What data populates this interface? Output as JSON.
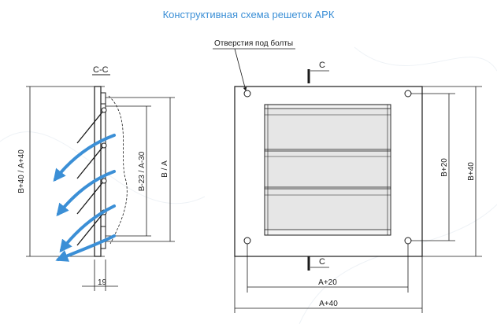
{
  "title": "Конструктивная схема решеток АРК",
  "labels": {
    "section": "С-С",
    "bolt_holes": "Отверстия под болты",
    "cut_mark_top": "С",
    "cut_mark_bottom": "С",
    "dim_b40_a40_left": "В+40 / А+40",
    "dim_b23_a30": "В-23 / А-30",
    "dim_b_a": "В / А",
    "dim_19": "19",
    "dim_b20": "В+20",
    "dim_b40_right": "В+40",
    "dim_a20": "А+20",
    "dim_a40": "А+40"
  },
  "colors": {
    "title": "#3b8fd6",
    "arrow": "#3b8fd6",
    "line": "#1a1a1a",
    "blade_fill": "#e6e6e6"
  }
}
